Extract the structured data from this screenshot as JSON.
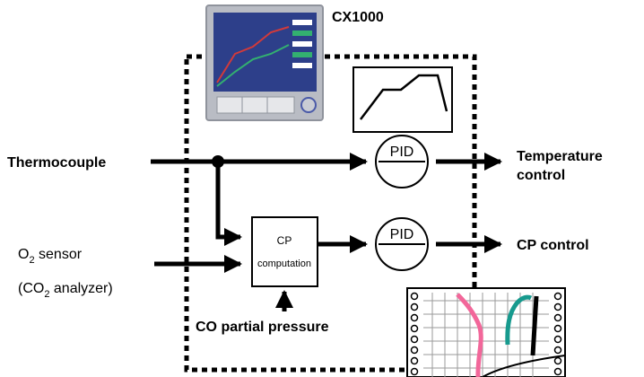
{
  "device": {
    "name": "CX1000",
    "screen_colors": {
      "screen": "#2d3f8a",
      "frame": "#b9bcc4",
      "bezel": "#8f939c",
      "accent_red": "#d23a3a",
      "accent_green": "#33b070"
    }
  },
  "inputs": {
    "thermocouple": "Thermocouple",
    "o2_prefix": "O",
    "o2_sub": "2",
    "o2_suffix": " sensor",
    "co2_prefix": "(CO",
    "co2_sub": "2",
    "co2_suffix": " analyzer)",
    "co_partial_pressure": "CO partial pressure"
  },
  "blocks": {
    "pid_top": "PID",
    "pid_bottom": "PID",
    "cp_line1": "CP",
    "cp_line2": "computation"
  },
  "outputs": {
    "temperature_line1": "Temperature",
    "temperature_line2": "control",
    "cp_control": "CP control"
  },
  "colors": {
    "line": "#000000",
    "chart_pink": "#f2679a",
    "chart_teal": "#179a8e",
    "grid": "#9a9a9a"
  }
}
